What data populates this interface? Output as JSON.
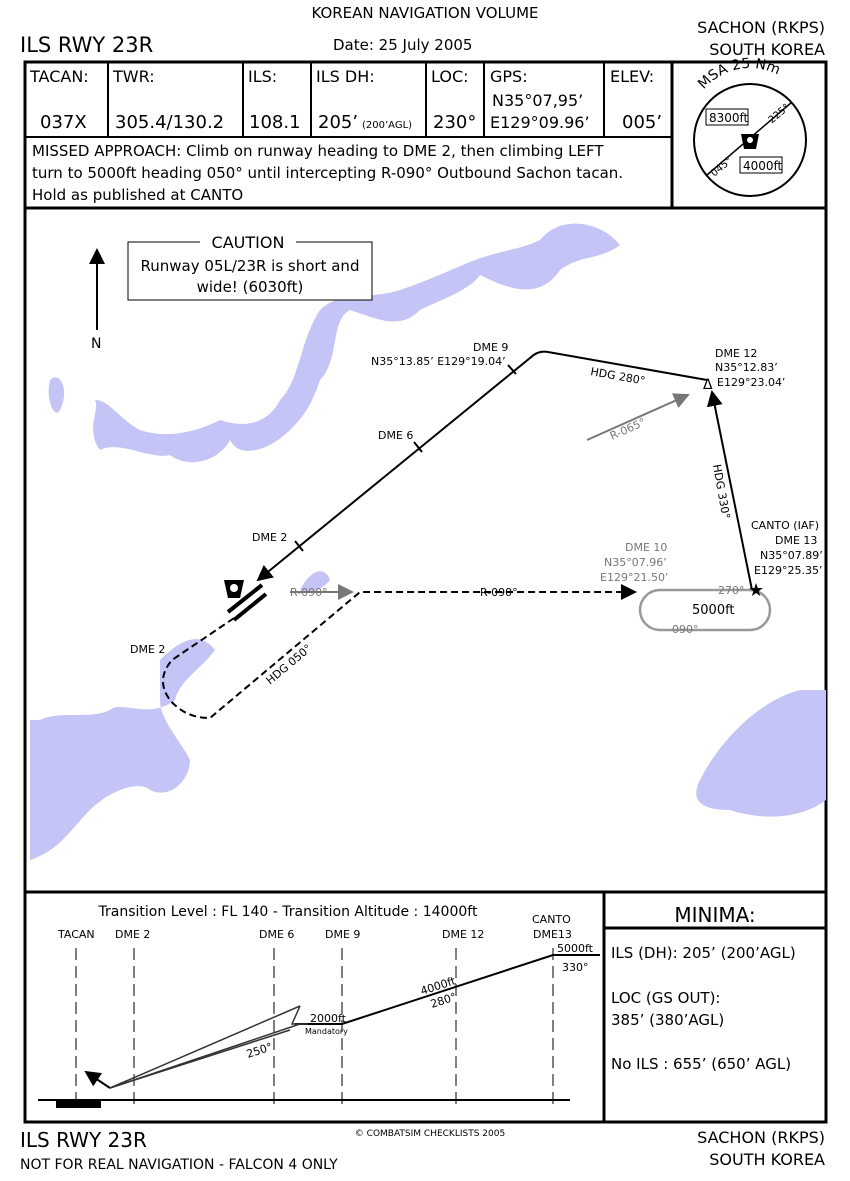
{
  "header": {
    "volume": "KOREAN NAVIGATION VOLUME",
    "title": "ILS RWY 23R",
    "date": "Date: 25 July 2005",
    "airport": "SACHON (RKPS)",
    "country": "SOUTH KOREA"
  },
  "info": [
    {
      "label": "TACAN:",
      "value": "037X"
    },
    {
      "label": "TWR:",
      "value": "305.4/130.2"
    },
    {
      "label": "ILS:",
      "value": "108.1"
    },
    {
      "label": "ILS DH:",
      "value": "205’",
      "sub": "(200’AGL)"
    },
    {
      "label": "LOC:",
      "value": "230°"
    },
    {
      "label": "GPS:",
      "value": "N35°07,95’",
      "value2": "E129°09.96’"
    },
    {
      "label": "ELEV:",
      "value": "005’"
    }
  ],
  "missed": {
    "line1": "MISSED APPROACH: Climb on runway heading to DME 2, then climbing LEFT",
    "line2": "turn to 5000ft heading 050° until intercepting R-090° Outbound Sachon tacan.",
    "line3": "Hold as published at CANTO"
  },
  "msa": {
    "title": "MSA 25 Nm",
    "alt1": "8300ft",
    "alt2": "4000ft",
    "brg1": "225°",
    "brg2": "045°"
  },
  "map": {
    "north": "N",
    "caution_title": "CAUTION",
    "caution1": "Runway 05L/23R is short and",
    "caution2": "wide! (6030ft)",
    "dme9": "DME 9",
    "dme9_coord": "N35°13.85’ E129°19.04’",
    "dme6": "DME 6",
    "dme2a": "DME 2",
    "dme2b": "DME 2",
    "hdg280": "HDG 280°",
    "dme12": "DME 12",
    "dme12_n": "N35°12.83’",
    "dme12_e": "E129°23.04’",
    "r065": "R-065°",
    "hdg330": "HDG 330°",
    "canto": "CANTO (IAF)",
    "dme13": "DME 13",
    "canto_n": "N35°07.89’",
    "canto_e": "E129°25.35’",
    "dme10": "DME 10",
    "dme10_n": "N35°07.96’",
    "dme10_e": "E129°21.50’",
    "r090a": "R-090°",
    "r090b": "R-090°",
    "hold_in": "270°",
    "hold_out": "090°",
    "hold_alt": "5000ft",
    "hdg050": "HDG 050°"
  },
  "profile": {
    "transition": "Transition Level : FL 140  -  Transition Altitude : 14000ft",
    "tacan": "TACAN",
    "dme2": "DME 2",
    "dme6": "DME 6",
    "dme9": "DME 9",
    "dme12": "DME 12",
    "canto": "CANTO",
    "dme13": "DME13",
    "alt5000": "5000ft",
    "crs330": "330°",
    "alt4000": "4000ft",
    "crs280": "280°",
    "alt2000": "2000ft",
    "mandatory": "Mandatory",
    "crs250": "250°"
  },
  "minima": {
    "title": "MINIMA:",
    "ils": "ILS (DH): 205’ (200’AGL)",
    "loc1": "LOC (GS OUT):",
    "loc2": "385’ (380’AGL)",
    "noils": "No ILS : 655’ (650’ AGL)"
  },
  "footer": {
    "title": "ILS RWY 23R",
    "disclaimer": "NOT FOR REAL NAVIGATION - FALCON 4 ONLY",
    "copyright": "© COMBATSIM CHECKLISTS 2005",
    "airport": "SACHON (RKPS)",
    "country": "SOUTH KOREA"
  }
}
